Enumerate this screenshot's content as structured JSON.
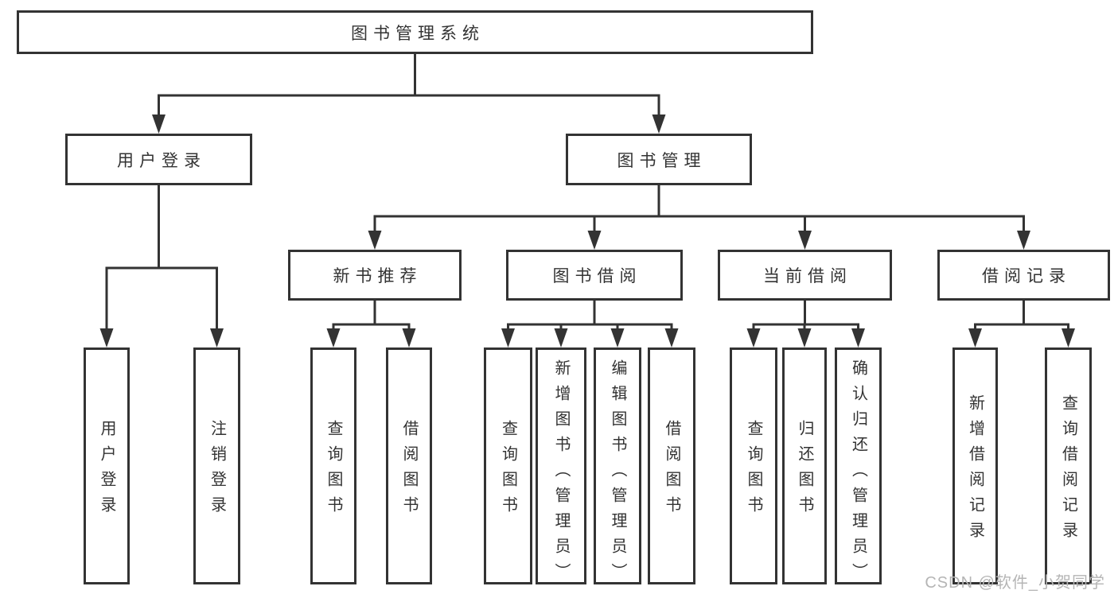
{
  "tree": {
    "label": "图书管理系统",
    "children": [
      {
        "label": "用户登录",
        "children": [
          {
            "label": "用户登录"
          },
          {
            "label": "注销登录"
          }
        ]
      },
      {
        "label": "图书管理",
        "children": [
          {
            "label": "新书推荐",
            "children": [
              {
                "label": "查询图书"
              },
              {
                "label": "借阅图书"
              }
            ]
          },
          {
            "label": "图书借阅",
            "children": [
              {
                "label": "查询图书"
              },
              {
                "label": "新增图书（管理员）"
              },
              {
                "label": "编辑图书（管理员）"
              },
              {
                "label": "借阅图书"
              }
            ]
          },
          {
            "label": "当前借阅",
            "children": [
              {
                "label": "查询图书"
              },
              {
                "label": "归还图书"
              },
              {
                "label": "确认归还（管理员）"
              }
            ]
          },
          {
            "label": "借阅记录",
            "children": [
              {
                "label": "新增借阅记录"
              },
              {
                "label": "查询借阅记录"
              }
            ]
          }
        ]
      }
    ]
  },
  "watermark": {
    "text": "CSDN @软件_小贺同学"
  },
  "colors": {
    "line": "#333333",
    "text": "#333333",
    "box_fill": "#ffffff",
    "watermark": "#b5b5b5",
    "background": "#ffffff"
  }
}
